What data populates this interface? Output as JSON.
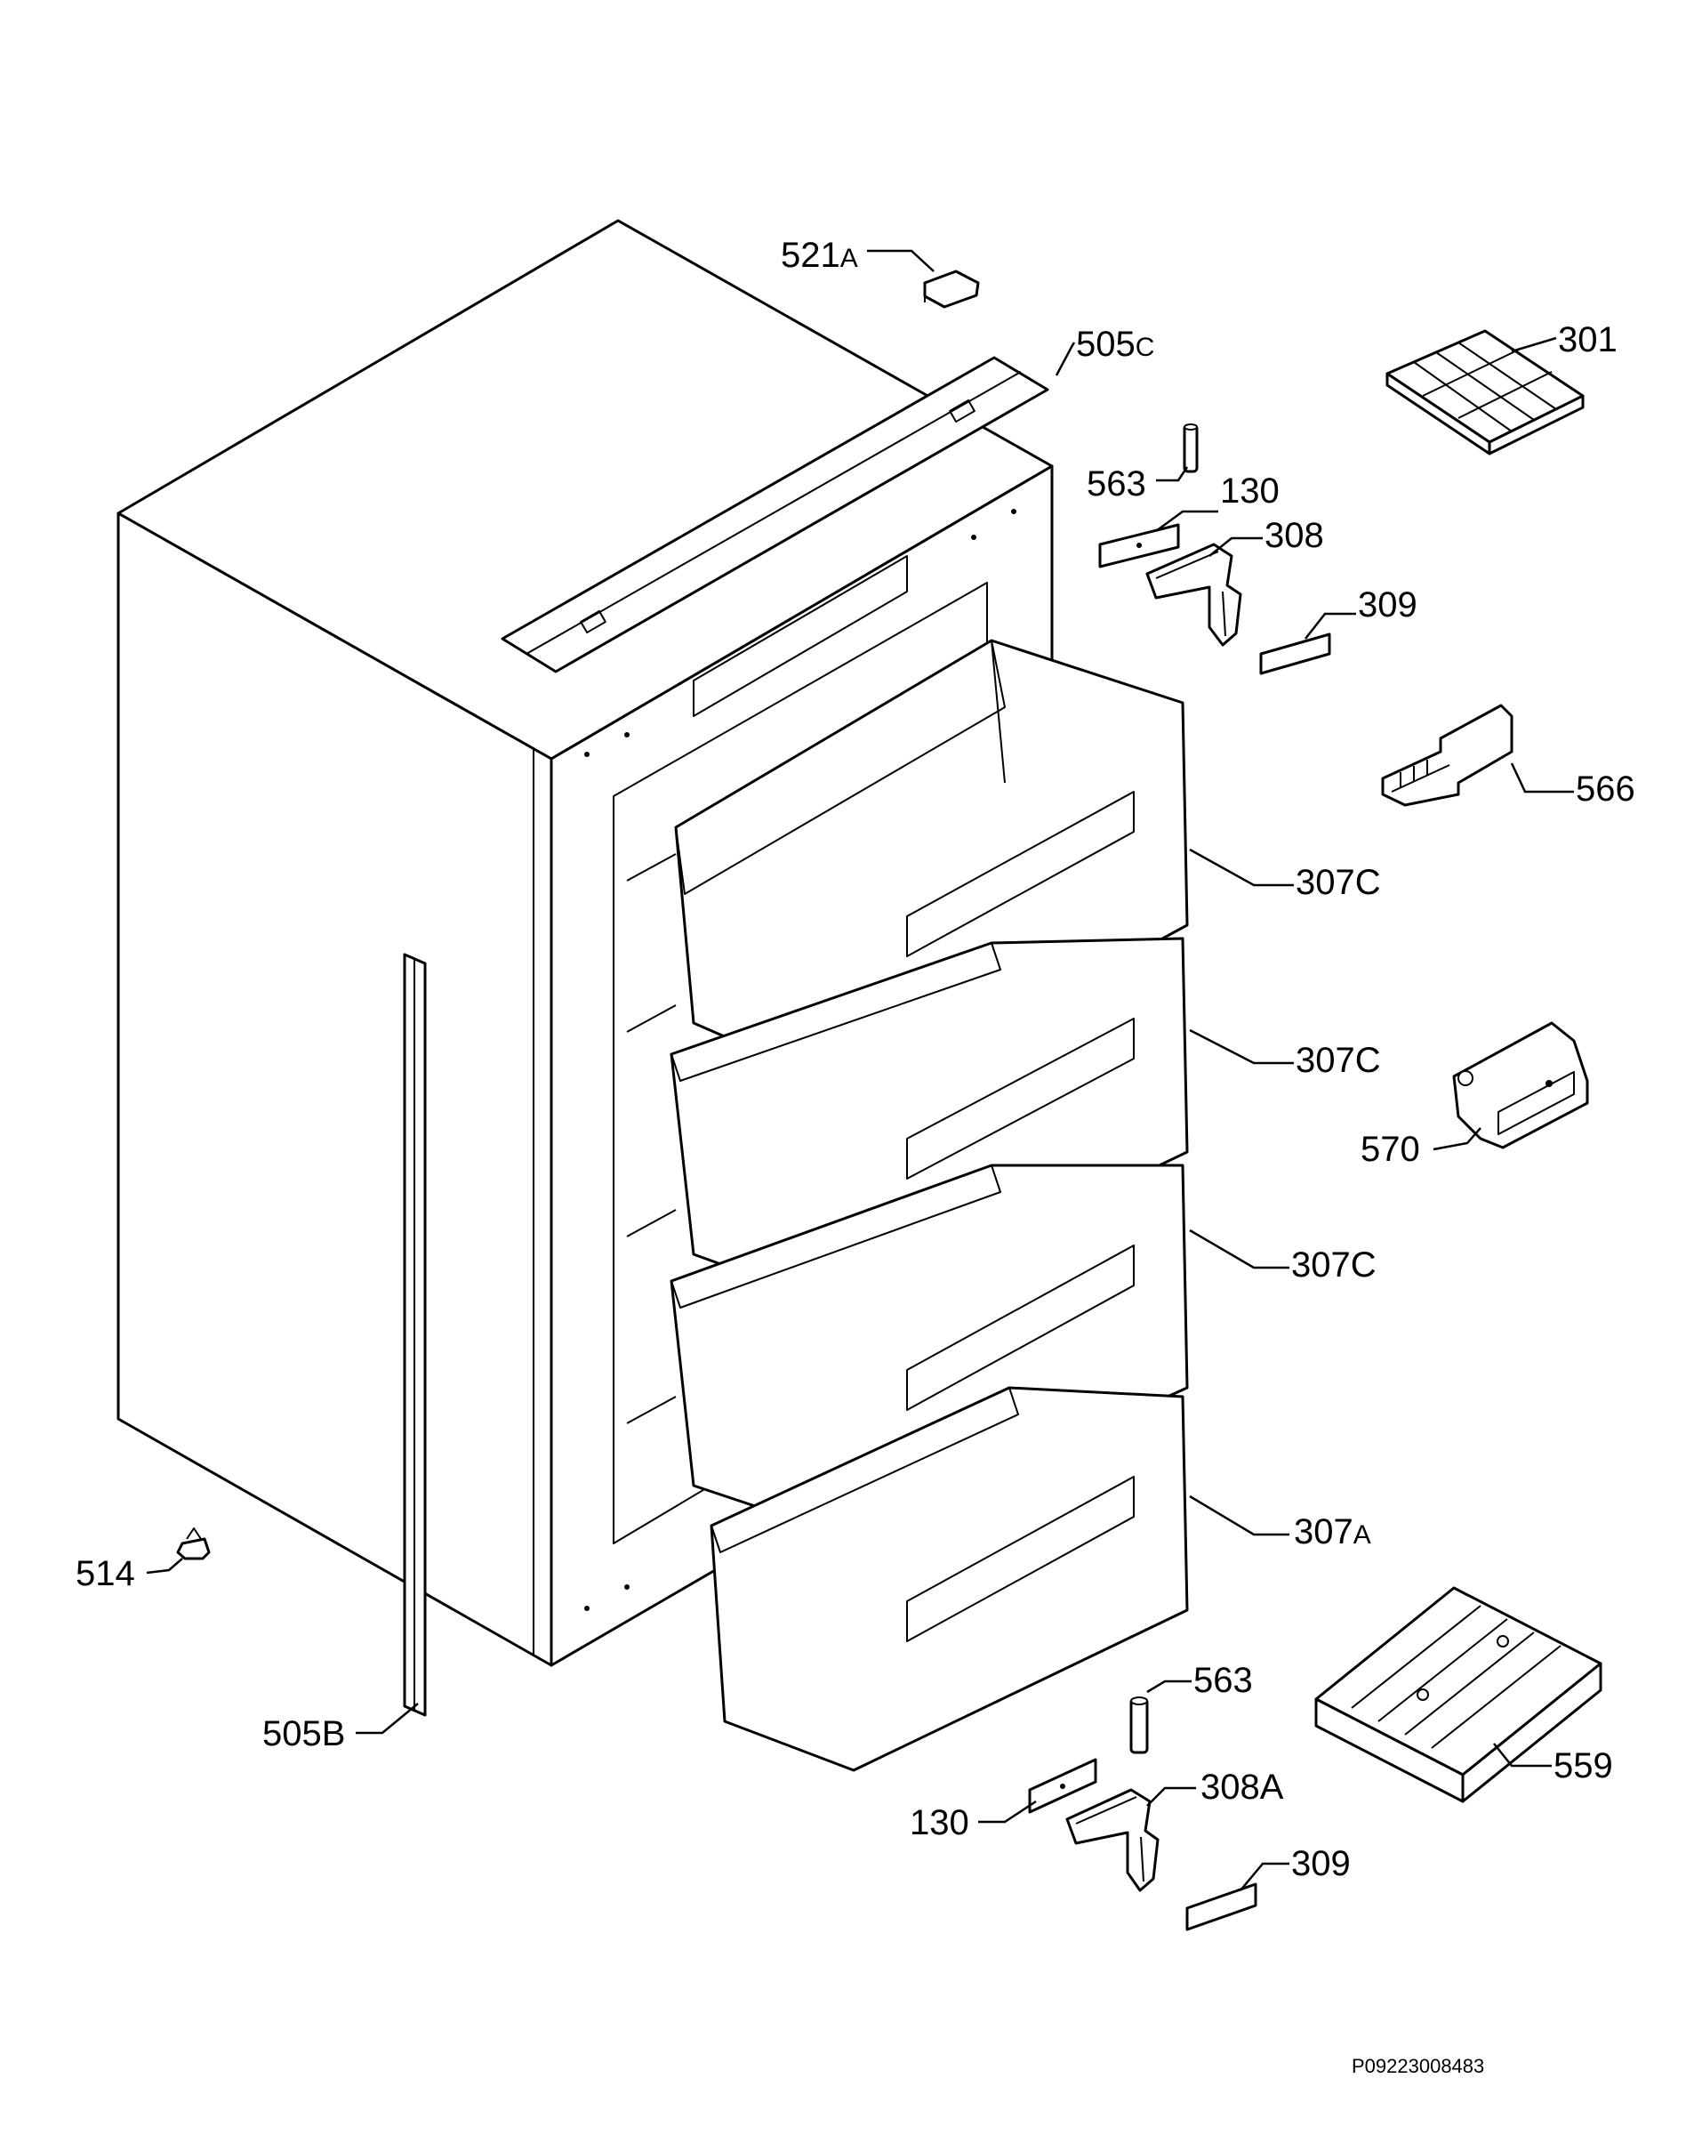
{
  "labels": {
    "p521": {
      "num": "521",
      "suf": "A"
    },
    "p505c": {
      "num": "505",
      "suf": "C"
    },
    "p301": "301",
    "p563_top": "563",
    "p130_top": "130",
    "p308": "308",
    "p309_top": "309",
    "p566": "566",
    "p307c_1": "307C",
    "p307c_2": "307C",
    "p307c_3": "307C",
    "p307a": {
      "num": "307",
      "suf": "A"
    },
    "p570": "570",
    "p514": "514",
    "p505b": "505B",
    "p563_bottom": "563",
    "p559": "559",
    "p130_bottom": "130",
    "p308a": "308A",
    "p309_bottom": "309"
  },
  "footer": {
    "code": "P09223008483"
  }
}
